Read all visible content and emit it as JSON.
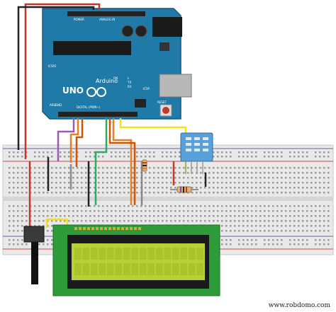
{
  "arduino": {
    "brand": "Arduino",
    "model": "UNO",
    "label_digital": "DIGITAL (PWM~)",
    "label_power": "POWER",
    "label_analog": "ANALOG IN",
    "label_icsp": "ICSP",
    "label_icsp2": "ICSP2",
    "label_reset": "RESET",
    "label_aref": "AREF",
    "label_gnd": "GND",
    "label_tx": "TX",
    "label_rx": "RX",
    "label_l": "L",
    "label_on": "ON",
    "color_board": "#1f7aa8"
  },
  "components": {
    "dht_sensor": "DHT11 humidity sensor",
    "lcd": "16x2 LCD",
    "potentiometer": "potentiometer",
    "resistor": "resistor",
    "breadboard": "breadboard"
  },
  "colors": {
    "lcd_screen": "#b5d134",
    "lcd_pcb": "#2f9c3a",
    "sensor": "#5aa0d8",
    "wire_red": "#c0392b",
    "wire_black": "#222222",
    "wire_yellow": "#f1e01a",
    "wire_orange": "#e67e22",
    "wire_purple": "#9b59b6",
    "wire_green": "#27ae60",
    "wire_gray": "#8e8e8e"
  },
  "watermark": "www.robdomo.com"
}
